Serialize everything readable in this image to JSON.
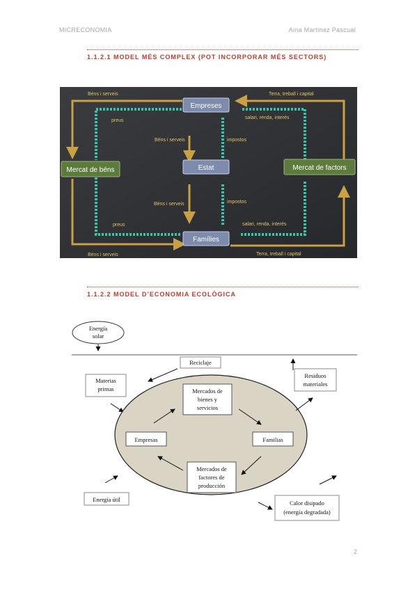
{
  "header": {
    "left": "MICRECONOMIA",
    "right": "Aina Martínez Pascual"
  },
  "section1": {
    "title": "1.1.2.1 MODEL MÉS COMPLEX (POT INCORPORAR MÉS SECTORS)"
  },
  "diagram1": {
    "nodes": {
      "empreses": "Empreses",
      "estat": "Estat",
      "families": "Famílies",
      "mercat_bens": "Mercat de béns",
      "mercat_factors": "Mercat de factors"
    },
    "labels": {
      "bens_top": "Béns i serveis",
      "terra_top": "Terra, treball i capital",
      "preus_top": "preus",
      "salari_top": "salari, renda, interés",
      "bens_mid_top": "Béns i serveis",
      "impostos_top": "impostos",
      "bens_mid_bot": "Béns i serveis",
      "impostos_bot": "impostos",
      "preus_bot": "preus",
      "salari_bot": "salari, renda, interés",
      "bens_bottom": "Béns i serveis",
      "terra_bottom": "Terra, treball i capital"
    }
  },
  "section2": {
    "title": "1.1.2.2 MODEL D’ECONOMIA ECOLÒGICA"
  },
  "diagram2": {
    "energia_solar": [
      "Energía",
      "solar"
    ],
    "reciclaje": "Reciclaje",
    "materias": [
      "Materias",
      "primas"
    ],
    "residuos": [
      "Residuos",
      "materiales"
    ],
    "mercados_bienes": [
      "Mercados de",
      "bienes y",
      "servicios"
    ],
    "empresas": "Empresas",
    "familias": "Familias",
    "mercados_factores": [
      "Mercados de",
      "factores de",
      "producción"
    ],
    "energia_util": "Energía útil",
    "calor": [
      "Calor disipado",
      "(energía degradada)"
    ]
  },
  "page_number": "2"
}
